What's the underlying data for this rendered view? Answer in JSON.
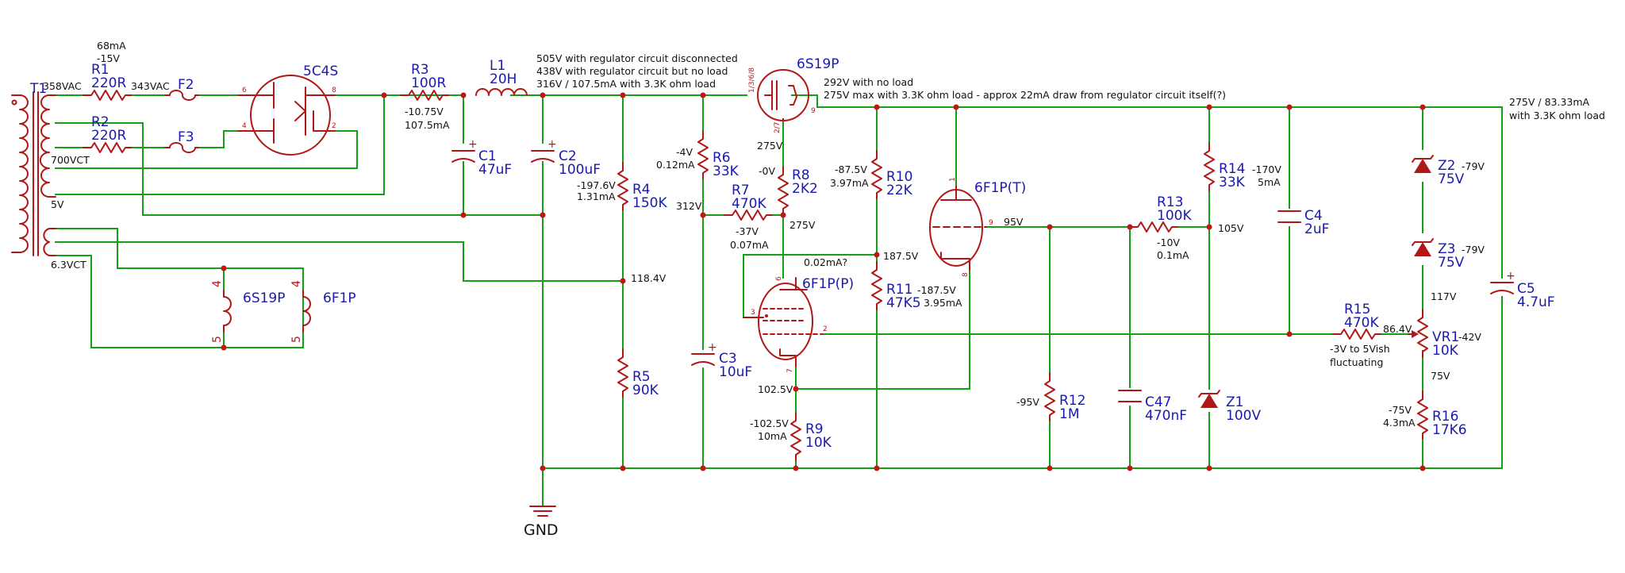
{
  "components": {
    "T1": {
      "ref": "T1"
    },
    "R1": {
      "ref": "R1",
      "value": "220R"
    },
    "R2": {
      "ref": "R2",
      "value": "220R"
    },
    "F2": {
      "ref": "F2"
    },
    "F3": {
      "ref": "F3"
    },
    "V5C4S": {
      "ref": "5C4S",
      "pins": [
        "6",
        "8",
        "4",
        "2"
      ]
    },
    "R3": {
      "ref": "R3",
      "value": "100R"
    },
    "L1": {
      "ref": "L1",
      "value": "20H"
    },
    "C1": {
      "ref": "C1",
      "value": "47uF",
      "pol": "+"
    },
    "C2": {
      "ref": "C2",
      "value": "100uF",
      "pol": "+"
    },
    "R4": {
      "ref": "R4",
      "value": "150K"
    },
    "R5": {
      "ref": "R5",
      "value": "90K"
    },
    "R6": {
      "ref": "R6",
      "value": "33K"
    },
    "R7": {
      "ref": "R7",
      "value": "470K"
    },
    "C3": {
      "ref": "C3",
      "value": "10uF",
      "pol": "+"
    },
    "V6S19P": {
      "ref": "6S19P",
      "pins": [
        "1/3/6/8",
        "9",
        "2/7"
      ]
    },
    "R8": {
      "ref": "R8",
      "value": "2K2"
    },
    "V6F1P_P": {
      "ref": "6F1P(P)",
      "pins": [
        "6",
        "3",
        "2",
        "7"
      ]
    },
    "R9": {
      "ref": "R9",
      "value": "10K"
    },
    "R10": {
      "ref": "R10",
      "value": "22K"
    },
    "R11": {
      "ref": "R11",
      "value": "47K5"
    },
    "V6F1P_T": {
      "ref": "6F1P(T)",
      "pins": [
        "1",
        "9",
        "8"
      ]
    },
    "R12": {
      "ref": "R12",
      "value": "1M"
    },
    "R13": {
      "ref": "R13",
      "value": "100K"
    },
    "C47": {
      "ref": "C47",
      "value": "470nF"
    },
    "R14": {
      "ref": "R14",
      "value": "33K"
    },
    "Z1": {
      "ref": "Z1",
      "value": "100V"
    },
    "C4": {
      "ref": "C4",
      "value": "2uF"
    },
    "R15": {
      "ref": "R15",
      "value": "470K"
    },
    "VR1": {
      "ref": "VR1",
      "value": "10K"
    },
    "R16": {
      "ref": "R16",
      "value": "17K6"
    },
    "Z2": {
      "ref": "Z2",
      "value": "75V"
    },
    "Z3": {
      "ref": "Z3",
      "value": "75V"
    },
    "C5": {
      "ref": "C5",
      "value": "4.7uF",
      "pol": "+"
    },
    "H6S19P": {
      "ref": "6S19P",
      "pin_a": "4",
      "pin_b": "5"
    },
    "H6F1P": {
      "ref": "6F1P",
      "pin_a": "4",
      "pin_b": "5"
    },
    "GND": {
      "ref": "GND"
    }
  },
  "annotations": {
    "a_68mA": "68mA",
    "a_m15V": "-15V",
    "a_358VAC": "358VAC",
    "a_343VAC": "343VAC",
    "a_700VCT": "700VCT",
    "a_5V": "5V",
    "a_63VCT": "6.3VCT",
    "a_r3v": "-10.75V",
    "a_r3i": "107.5mA",
    "a_top1": "505V with regulator circuit disconnected",
    "a_top2": "438V with regulator circuit but no load",
    "a_top3": "316V / 107.5mA with 3.3K ohm load",
    "a_r4v": "-197.6V",
    "a_r4i": "1.31mA",
    "a_1184": "118.4V",
    "a_r6v": "-4V",
    "a_r6i": "0.12mA",
    "a_312": "312V",
    "a_r7v": "-37V",
    "a_r7i": "0.07mA",
    "a_275a": "275V",
    "a_0V": "-0V",
    "a_275b": "275V",
    "a_002": "0.02mA?",
    "a_1025": "102.5V",
    "a_r9v": "-102.5V",
    "a_r9i": "10mA",
    "a_292": "292V with no load",
    "a_275max": "275V max with 3.3K ohm load - approx 22mA draw from regulator circuit itself(?)",
    "a_r10v": "-87.5V",
    "a_r10i": "3.97mA",
    "a_1875": "187.5V",
    "a_r11v": "-187.5V",
    "a_r11i": "3.95mA",
    "a_95": "95V",
    "a_r13v": "-10V",
    "a_r13i": "0.1mA",
    "a_105": "105V",
    "a_r14v": "-170V",
    "a_r14i": "5mA",
    "a_m95": "-95V",
    "a_out1": "275V / 83.33mA",
    "a_out2": "with 3.3K ohm load",
    "a_z2v": "-79V",
    "a_z3v": "-79V",
    "a_117": "117V",
    "a_864": "86.4V",
    "a_vr1v": "-42V",
    "a_r15a": "-3V to 5Vish",
    "a_r15b": "fluctuating",
    "a_75": "75V",
    "a_r16v": "-75V",
    "a_r16i": "4.3mA"
  }
}
